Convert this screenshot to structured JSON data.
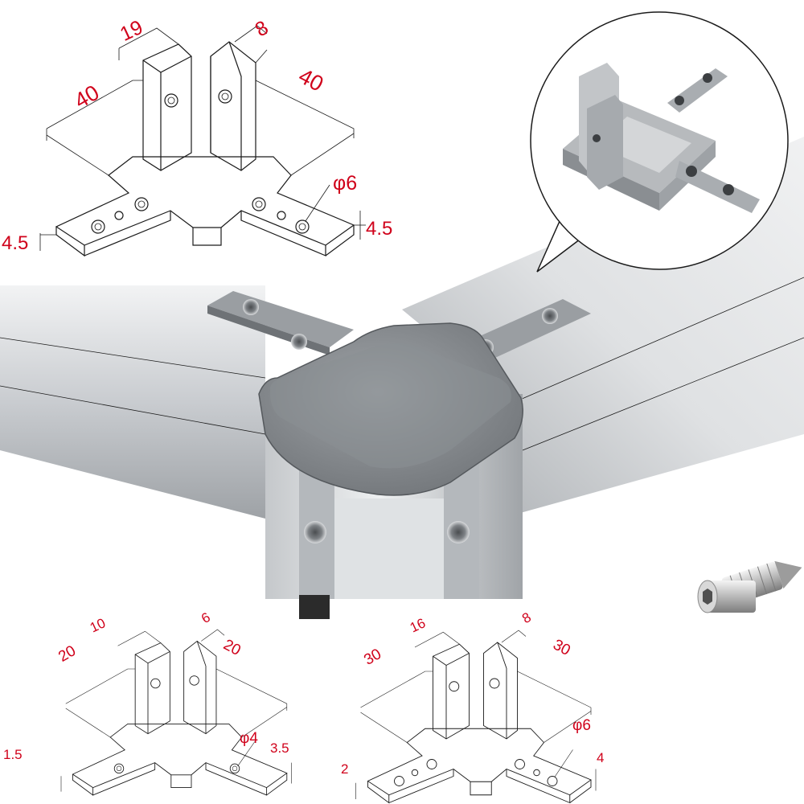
{
  "colors": {
    "dimension_text": "#d0021b",
    "line": "#1a1a1a",
    "aluminum_light": "#e4e6e8",
    "aluminum_mid": "#b9bcc0",
    "aluminum_dark": "#8e9296"
  },
  "diagrams": {
    "size_40": {
      "width": "19",
      "slot": "8",
      "arm_left": "40",
      "arm_right": "40",
      "hole": "φ6",
      "thick_left": "4.5",
      "thick_right": "4.5"
    },
    "size_20": {
      "width": "10",
      "slot": "6",
      "arm_left": "20",
      "arm_right": "20",
      "hole": "φ4",
      "thick_left": "1.5",
      "thick_right": "3.5"
    },
    "size_30": {
      "width": "16",
      "slot": "8",
      "arm_left": "30",
      "arm_right": "30",
      "hole": "φ6",
      "thick_left": "2",
      "thick_right": "4"
    }
  },
  "photos": {
    "main": "corner-bracket-on-profile",
    "inset": "bracket-close-up",
    "screw": "set-screws"
  }
}
